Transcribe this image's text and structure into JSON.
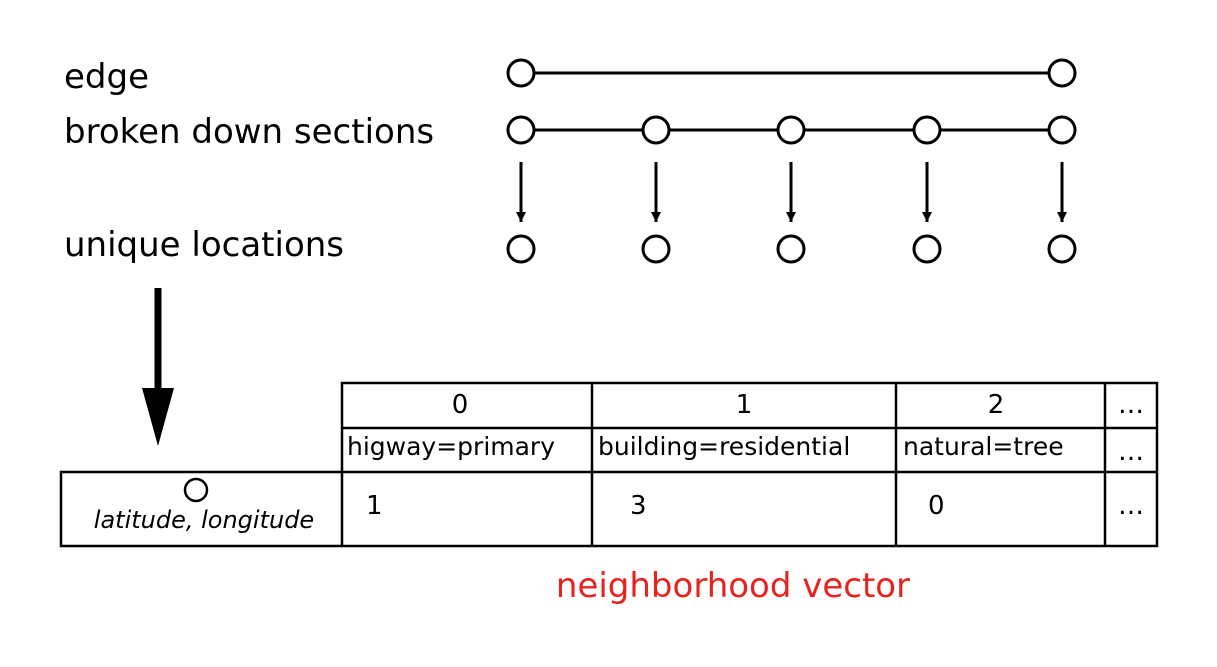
{
  "labels": {
    "edge": "edge",
    "sections": "broken down sections",
    "locations": "unique locations",
    "point": "latitude, longitude",
    "vector": "neighborhood vector"
  },
  "table": {
    "indices": [
      "0",
      "1",
      "2",
      "…"
    ],
    "tags": [
      "higway=primary",
      "building=residential",
      "natural=tree",
      "…"
    ],
    "values": [
      "1",
      "3",
      "0",
      "…"
    ]
  },
  "colors": {
    "accent": "#e8231f",
    "line": "#000000"
  }
}
